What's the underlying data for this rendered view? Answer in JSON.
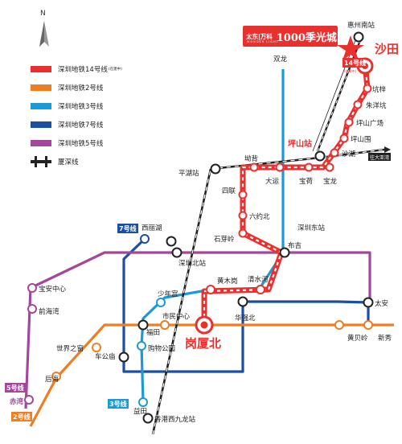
{
  "logo": {
    "brand": "太东|万科",
    "name": "1000季光城",
    "sub": "WONDER LIGHT"
  },
  "compass": {
    "north": "N"
  },
  "legend": [
    {
      "label": "深圳地铁14号线",
      "note": "(在建中)",
      "color": "#e8312f",
      "kind": "swatch"
    },
    {
      "label": "深圳地铁2号线",
      "color": "#ef7d22",
      "kind": "swatch"
    },
    {
      "label": "深圳地铁3号线",
      "color": "#1b9ad6",
      "kind": "swatch"
    },
    {
      "label": "深圳地铁7号线",
      "color": "#1d4fa0",
      "kind": "swatch"
    },
    {
      "label": "深圳地铁5号线",
      "color": "#a3479a",
      "kind": "swatch"
    },
    {
      "label": "厦深线",
      "color": "#222222",
      "kind": "rail"
    }
  ],
  "line_badges": {
    "l14": {
      "text": "14号线",
      "note": "(在建中)",
      "color": "#e8312f"
    },
    "l7": {
      "text": "7号线",
      "color": "#1d4fa0"
    },
    "l3": {
      "text": "3号线",
      "color": "#1b9ad6"
    },
    "l5": {
      "text": "5号线",
      "color": "#a3479a"
    },
    "l2": {
      "text": "2号线",
      "color": "#ef7d22"
    }
  },
  "highlights": {
    "shatian": "沙田",
    "gangxiabei": "岗厦北",
    "pingshan_station": "坪山站",
    "huizhou_tag": "往大亚湾"
  },
  "stations": {
    "huizhou_south": "惠州南站",
    "shatian": "沙田",
    "kengzi": "坑梓",
    "zhuyangkeng": "朱洋坑",
    "pingshan_plaza": "坪山广场",
    "pingshanwei": "坪山围",
    "shahu": "沙湖",
    "pingshan": "坪山站",
    "baolong": "宝龙",
    "baohe": "宝荷",
    "dayun": "大运",
    "xiebei": "坳背",
    "shuanglong": "双龙",
    "pinghu": "平湖站",
    "silian": "四联",
    "liuyuebei": "六约北",
    "shiyaling": "石芽岭",
    "buji": "布吉",
    "shenzhen_east": "深圳东站",
    "xilihu": "西丽湖",
    "shenzhen_north": "深圳北站",
    "huangmugang": "黄木岗",
    "qingshuihe": "清水河",
    "shaoniangong": "少年宫",
    "civic_center": "市民中心",
    "futian": "福田",
    "huaqiangbei": "华强北",
    "taian": "太安",
    "huangbeiling": "黄贝岭",
    "xinxiu": "新秀",
    "baoan_center": "宝安中心",
    "qianhaiwan": "前海湾",
    "window_world": "世界之窗",
    "chegongmiao": "车公庙",
    "gouwu_park": "购物公园",
    "houhai": "后海",
    "chiwan": "赤湾",
    "yitian": "益田",
    "hk_west_kowloon": "香港西九龙站",
    "gangxiabei": "岗厦北"
  }
}
